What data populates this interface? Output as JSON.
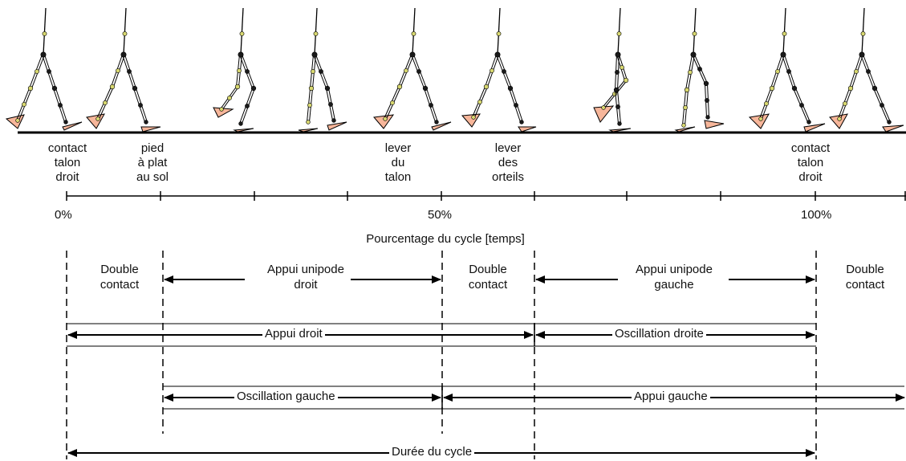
{
  "events": [
    {
      "line1": "contact",
      "line2": "talon",
      "line3": "droit"
    },
    {
      "line1": "pied",
      "line2": "à plat",
      "line3": "au sol"
    },
    {
      "line1": "lever",
      "line2": "du",
      "line3": "talon"
    },
    {
      "line1": "lever",
      "line2": "des",
      "line3": "orteils"
    },
    {
      "line1": "contact",
      "line2": "talon",
      "line3": "droit"
    }
  ],
  "percent_labels": [
    "0%",
    "50%",
    "100%"
  ],
  "axis_label": "Pourcentage du cycle [temps]",
  "phases": [
    {
      "line1": "Double",
      "line2": "contact"
    },
    {
      "line1": "Appui unipode",
      "line2": "droit"
    },
    {
      "line1": "Double",
      "line2": "contact"
    },
    {
      "line1": "Appui unipode",
      "line2": "gauche"
    },
    {
      "line1": "Double",
      "line2": "contact"
    }
  ],
  "bars": {
    "appui_droit": "Appui  droit",
    "oscillation_droite": "Oscillation  droite",
    "oscillation_gauche": "Oscillation gauche",
    "appui_gauche": "Appui gauche",
    "duree": "Durée du cycle"
  },
  "colors": {
    "foot": "#f7b69a",
    "joint_light": "#d8d870",
    "joint_dark": "#1a1a1a",
    "line": "#000000"
  }
}
